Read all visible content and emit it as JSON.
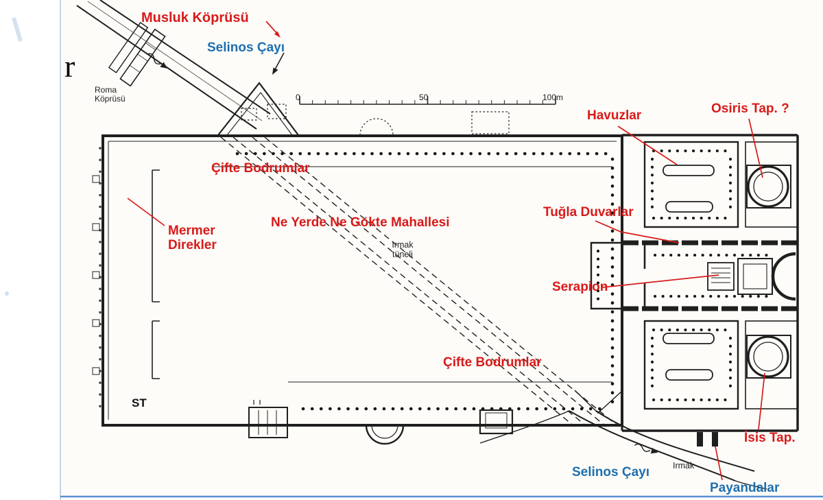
{
  "colors": {
    "annotation_red": "#d81a1a",
    "annotation_blue": "#1e6fb0",
    "plan_ink": "#1f1f1f",
    "scan_line_blue": "#5b8fd4",
    "paper": "#fdfcf8"
  },
  "labels": {
    "musluk_koprusu": "Musluk Köprüsü",
    "selinos_cayi_north": "Selinos Çayı",
    "roma_koprusu": "Roma\nKöprüsü",
    "letter_fragment": "r",
    "havuzlar": "Havuzlar",
    "osiris_tap": "Osiris Tap. ?",
    "cifte_bodrumlar_north": "Çifte Bodrumlar",
    "tugla_duvarlar": "Tuğla Duvarlar",
    "mermer_direkler": "Mermer\nDirekler",
    "ne_yerde_ne_gokte": "Ne Yerde Ne Gökte Mahallesi",
    "irmak_tuneli": "Irmak\ntüneli",
    "serapion": "Serapion",
    "cifte_bodrumlar_south": "Çifte Bodrumlar",
    "st_fragment": "ST",
    "selinos_cayi_south": "Selinos Çayı",
    "irmak": "Irmak",
    "payandalar": "Payandalar",
    "isis_tap": "İsis Tap."
  },
  "scale_bar": {
    "start": "0",
    "middle": "50",
    "end": "100m"
  }
}
